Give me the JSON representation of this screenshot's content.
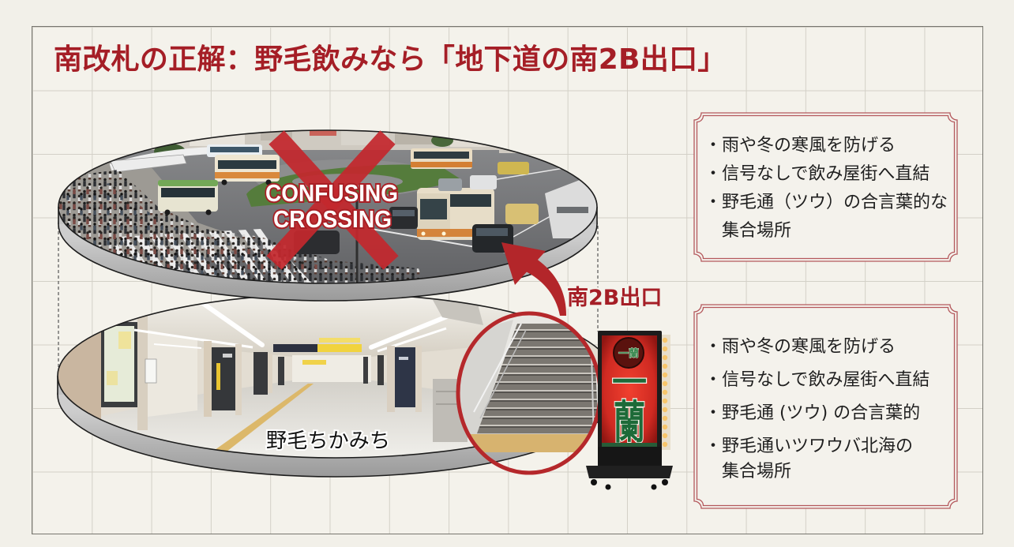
{
  "title": "南改札の正解：野毛飲みなら「地下道の南2B出口」",
  "illustration": {
    "street_label": {
      "line1": "CONFUSING",
      "line2": "CROSSING"
    },
    "exit_label": "南2B出口",
    "underground_label": "野毛ちかみち",
    "sign": {
      "logo_text": "一蘭",
      "main_char_1": "一",
      "main_char_2": "蘭"
    }
  },
  "callouts": [
    {
      "items": [
        {
          "lines": [
            "雨や冬の寒風を防げる"
          ]
        },
        {
          "lines": [
            "信号なしで飲み屋街へ直結"
          ]
        },
        {
          "lines": [
            "野毛通（ツウ）の合言葉的な",
            "集合場所"
          ]
        }
      ]
    },
    {
      "items": [
        {
          "lines": [
            "雨や冬の寒風を防げる"
          ]
        },
        {
          "lines": [
            "信号なしで飲み屋街へ直結"
          ]
        },
        {
          "lines": [
            "野毛通 (ツウ) の合言葉的"
          ]
        },
        {
          "lines": [
            "野毛通いツワウバ北海の",
            "集合場所"
          ]
        }
      ]
    }
  ],
  "colors": {
    "accent_red": "#a51e26",
    "callout_border": "#b4585c",
    "background": "#f2f0e9",
    "grid_line": "#d3d0c7",
    "text": "#1f1f1f",
    "sign_green": "#1d6a38"
  }
}
